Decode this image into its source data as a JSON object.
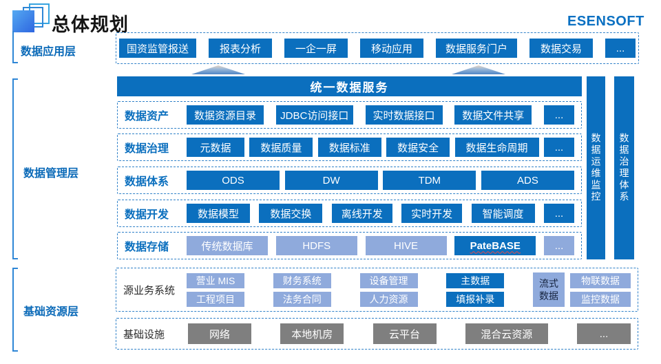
{
  "header": {
    "title": "总体规划",
    "brand": "ESENSOFT"
  },
  "app_layer": {
    "label": "数据应用层",
    "items": [
      "国资监管报送",
      "报表分析",
      "一企一屏",
      "移动应用",
      "数据服务门户",
      "数据交易",
      "..."
    ]
  },
  "mgmt_layer": {
    "label": "数据管理层",
    "banner": "统一数据服务",
    "rows": [
      {
        "label": "数据资产",
        "items": [
          "数据资源目录",
          "JDBC访问接口",
          "实时数据接口",
          "数据文件共享",
          "..."
        ]
      },
      {
        "label": "数据治理",
        "items": [
          "元数据",
          "数据质量",
          "数据标准",
          "数据安全",
          "数据生命周期",
          "..."
        ]
      },
      {
        "label": "数据体系",
        "items": [
          "ODS",
          "DW",
          "TDM",
          "ADS"
        ]
      },
      {
        "label": "数据开发",
        "items": [
          "数据模型",
          "数据交换",
          "离线开发",
          "实时开发",
          "智能调度",
          "..."
        ]
      },
      {
        "label": "数据存储",
        "items": [
          "传统数据库",
          "HDFS",
          "HIVE",
          "PateBASE",
          "..."
        ]
      }
    ],
    "sidebars": [
      "数据运维监控",
      "数据治理体系"
    ]
  },
  "base_layer": {
    "label": "基础资源层",
    "source": {
      "label": "源业务系统",
      "columns": [
        {
          "top": "营业 MIS",
          "bottom": "工程项目"
        },
        {
          "top": "财务系统",
          "bottom": "法务合同"
        },
        {
          "top": "设备管理",
          "bottom": "人力资源"
        },
        {
          "top": "主数据",
          "bottom": "填报补录"
        }
      ],
      "stream": "流式数据",
      "iot": {
        "top": "物联数据",
        "bottom": "监控数据"
      }
    },
    "infra": {
      "label": "基础设施",
      "items": [
        "网络",
        "本地机房",
        "云平台",
        "混合云资源",
        "..."
      ]
    }
  },
  "colors": {
    "primary": "#0b6fbe",
    "light": "#8faadc",
    "gray": "#7f7f7f",
    "dashed": "#2e80c8",
    "brand": "#0a70c2"
  }
}
